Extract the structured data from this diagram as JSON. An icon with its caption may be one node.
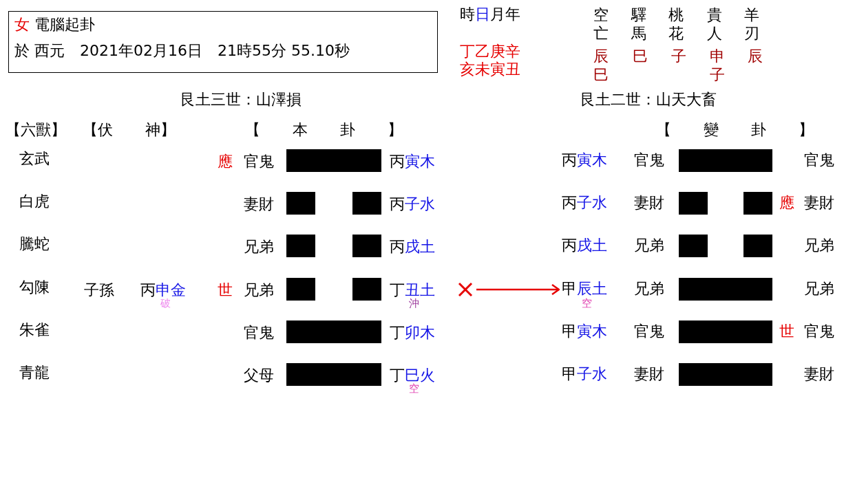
{
  "diagram": {
    "nodes": [
      {
        "text": [
          "女 電腦起卦",
          "於 西元　2021年02月16日　21時55分 55.10秒"
        ]
      },
      {
        "text": [],
        "shape": "cross"
      },
      {
        "text": [
          "甲辰土"
        ]
      }
    ],
    "edges": [
      {
        "from": 1,
        "to": 2,
        "arrow": "to"
      }
    ],
    "labels": [
      "時日月年",
      "丁乙庚辛",
      "亥未寅丑",
      "空亡",
      "驛馬",
      "桃花",
      "貴人",
      "羊刃",
      "辰巳",
      "巳",
      "子",
      "申子",
      "辰",
      "艮土三世：山澤損",
      "艮土二世：山天大畜",
      "【六獸】",
      "【伏 神】",
      "【 本 卦 】",
      "【 變 卦 】",
      "玄武",
      "應",
      "官鬼",
      "丙寅木",
      "丙寅木",
      "官鬼",
      "官鬼",
      "白虎",
      "妻財",
      "丙子水",
      "丙子水",
      "妻財",
      "應",
      "妻財",
      "騰蛇",
      "兄弟",
      "丙戌土",
      "丙戌土",
      "兄弟",
      "兄弟",
      "勾陳",
      "子孫",
      "丙申金",
      "破",
      "世",
      "兄弟",
      "丁丑土",
      "沖",
      "空",
      "兄弟",
      "兄弟",
      "朱雀",
      "官鬼",
      "丁卯木",
      "甲寅木",
      "官鬼",
      "世",
      "官鬼",
      "青龍",
      "父母",
      "丁巳火",
      "空",
      "甲子水",
      "妻財",
      "妻財"
    ]
  }
}
